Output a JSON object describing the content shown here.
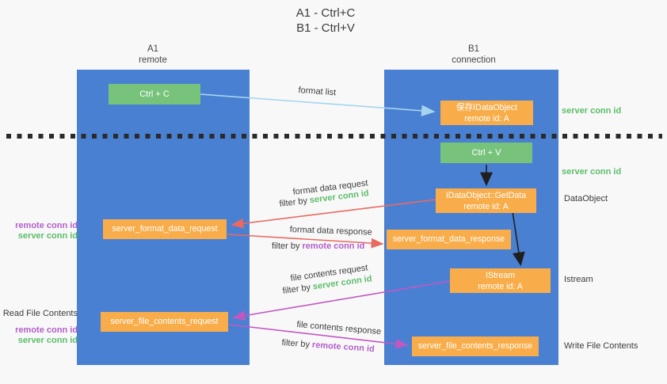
{
  "title": {
    "line1": "A1 - Ctrl+C",
    "line2": "B1 - Ctrl+V"
  },
  "lanes": {
    "left": {
      "name": "A1",
      "subtitle": "remote"
    },
    "right": {
      "name": "B1",
      "subtitle": "connection"
    }
  },
  "nodes": {
    "ctrl_c": "Ctrl + C",
    "ctrl_v": "Ctrl + V",
    "save_dataobject": {
      "line1": "保存IDataObject",
      "line2": "remote id: A"
    },
    "getdata": {
      "line1": "IDataObject::GetData",
      "line2": "remote id: A"
    },
    "istream": {
      "line1": "IStream",
      "line2": "remote id: A"
    },
    "format_request": "server_format_data_request",
    "format_response": "server_format_data_response",
    "file_request": "server_file_contents_request",
    "file_response": "server_file_contents_response"
  },
  "arrow_labels": {
    "format_list": "format list",
    "format_data_request": "format data request",
    "format_data_response": "format data response",
    "file_contents_request": "file contents request",
    "file_contents_response": "file contents response",
    "filter_by": "filter by ",
    "server_conn_id": "server conn id",
    "remote_conn_id": "remote conn id"
  },
  "side_labels": {
    "server_conn_id_top": "server conn id",
    "server_conn_id_mid": "server conn id",
    "dataobject": "DataObject",
    "istream": "Istream",
    "write_file_contents": "Write File Contents",
    "read_file_contents": "Read File Contents",
    "remote_conn_id": "remote conn id",
    "server_conn_id": "server conn id"
  },
  "colors": {
    "lane_blue": "#4a80d2",
    "box_green": "#78c37c",
    "box_orange": "#f8ad4a",
    "arrow_blue": "#a5d5ee",
    "arrow_red": "#e96a5f",
    "arrow_magenta": "#c158c1",
    "arrow_black": "#1f1f1f",
    "text_green": "#5cbd68",
    "text_purple": "#b35fc9",
    "text_dark": "#3c3c3c",
    "background": "#f8f8f9"
  }
}
